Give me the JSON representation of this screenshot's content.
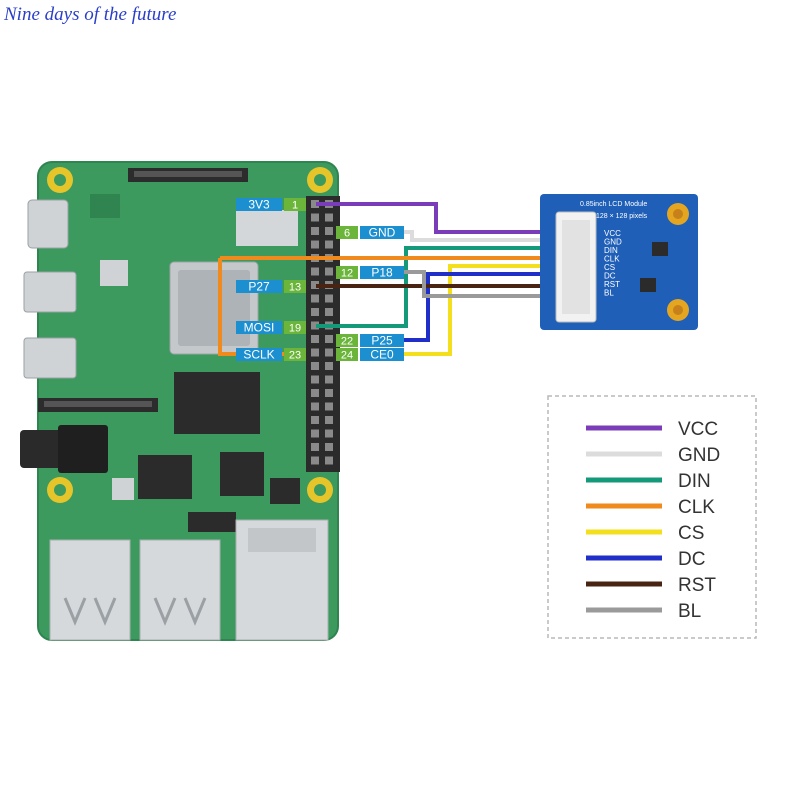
{
  "watermark": "Nine days of the future",
  "lcd_module": {
    "title": "0.85inch LCD Module",
    "resolution": "128 × 128 pixels",
    "pins": [
      "VCC",
      "GND",
      "DIN",
      "CLK",
      "CS",
      "DC",
      "RST",
      "BL"
    ]
  },
  "pin_labels": [
    {
      "signal": "3V3",
      "pin": "1"
    },
    {
      "signal": "GND",
      "pin": "6"
    },
    {
      "signal": "P18",
      "pin": "12"
    },
    {
      "signal": "P27",
      "pin": "13"
    },
    {
      "signal": "MOSI",
      "pin": "19"
    },
    {
      "signal": "P25",
      "pin": "22"
    },
    {
      "signal": "SCLK",
      "pin": "23"
    },
    {
      "signal": "CE0",
      "pin": "24"
    }
  ],
  "legend": [
    {
      "label": "VCC",
      "color": "#7a3cb8"
    },
    {
      "label": "GND",
      "color": "#dcdcdc"
    },
    {
      "label": "DIN",
      "color": "#149a78"
    },
    {
      "label": "CLK",
      "color": "#f08a1c"
    },
    {
      "label": "CS",
      "color": "#f4df1e"
    },
    {
      "label": "DC",
      "color": "#1f2fc8"
    },
    {
      "label": "RST",
      "color": "#4a2412"
    },
    {
      "label": "BL",
      "color": "#9a9a9a"
    }
  ],
  "colors": {
    "board": "#3c9a5e",
    "board_dark": "#2f8450",
    "pin_label_blue": "#1c8fd0",
    "pin_number_green": "#6ab53a",
    "lcd_blue": "#1f5fb8"
  }
}
